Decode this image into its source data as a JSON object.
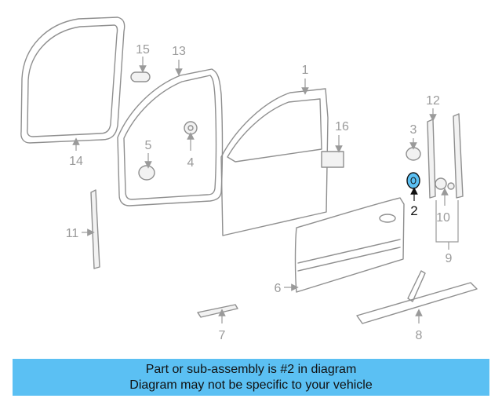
{
  "parts": {
    "p1": "1",
    "p2": "2",
    "p3": "3",
    "p4": "4",
    "p5": "5",
    "p6": "6",
    "p7": "7",
    "p8": "8",
    "p9": "9",
    "p10": "10",
    "p11": "11",
    "p12": "12",
    "p13": "13",
    "p14": "14",
    "p15": "15",
    "p16": "16"
  },
  "highlight_color": "#5bc0f3",
  "caption": {
    "line1": "Part or sub-assembly is #2 in diagram",
    "line2": "Diagram may not be specific to your vehicle"
  }
}
